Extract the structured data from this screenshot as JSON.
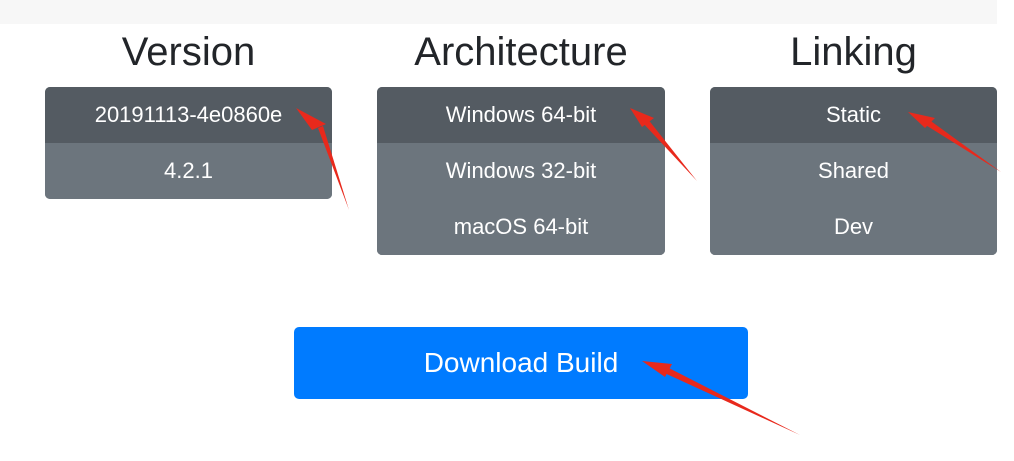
{
  "columns": {
    "version": {
      "title": "Version",
      "options": [
        "20191113-4e0860e",
        "4.2.1"
      ],
      "selected": "20191113-4e0860e"
    },
    "architecture": {
      "title": "Architecture",
      "options": [
        "Windows 64-bit",
        "Windows 32-bit",
        "macOS 64-bit"
      ],
      "selected": "Windows 64-bit"
    },
    "linking": {
      "title": "Linking",
      "options": [
        "Static",
        "Shared",
        "Dev"
      ],
      "selected": "Static"
    }
  },
  "download": {
    "label": "Download Build"
  },
  "colors": {
    "option_bg": "#6c757d",
    "option_active_bg": "#545b62",
    "primary": "#007bff",
    "annotation_arrow": "#e8291c"
  }
}
